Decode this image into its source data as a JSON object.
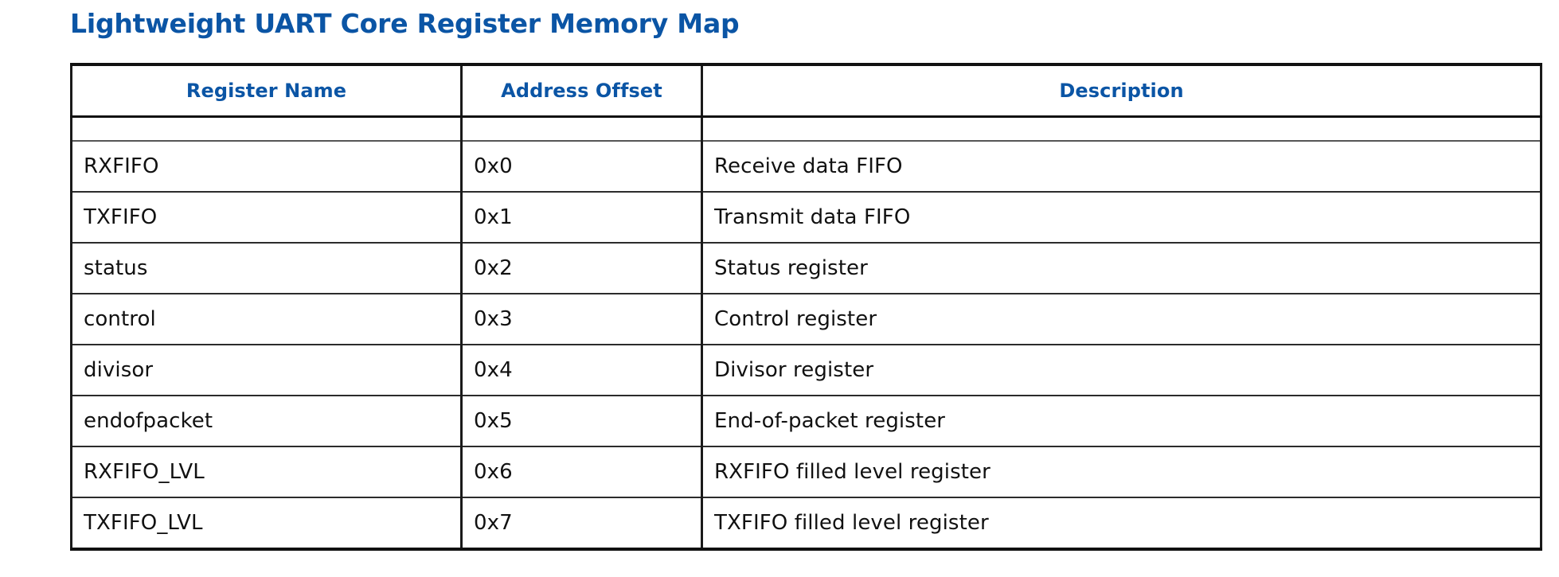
{
  "document": {
    "title": "Lightweight UART Core Register Memory Map",
    "accent_color": "#0b55a5",
    "text_color": "#111111",
    "background_color": "#ffffff",
    "border_color": "#111111"
  },
  "table": {
    "columns": [
      {
        "key": "name",
        "label": "Register Name",
        "align": "center"
      },
      {
        "key": "offset",
        "label": "Address Offset",
        "align": "center"
      },
      {
        "key": "desc",
        "label": "Description",
        "align": "center"
      }
    ],
    "has_spacer_row": true,
    "spacer_row": {
      "name": "",
      "offset": "",
      "desc": ""
    },
    "rows": [
      {
        "name": "RXFIFO",
        "offset": "0x0",
        "desc": "Receive data FIFO"
      },
      {
        "name": "TXFIFO",
        "offset": "0x1",
        "desc": "Transmit data FIFO"
      },
      {
        "name": "status",
        "offset": "0x2",
        "desc": "Status register"
      },
      {
        "name": "control",
        "offset": "0x3",
        "desc": "Control register"
      },
      {
        "name": "divisor",
        "offset": "0x4",
        "desc": "Divisor register"
      },
      {
        "name": "endofpacket",
        "offset": "0x5",
        "desc": "End-of-packet register"
      },
      {
        "name": "RXFIFO_LVL",
        "offset": "0x6",
        "desc": "RXFIFO filled level register"
      },
      {
        "name": "TXFIFO_LVL",
        "offset": "0x7",
        "desc": "TXFIFO filled level register"
      }
    ]
  }
}
